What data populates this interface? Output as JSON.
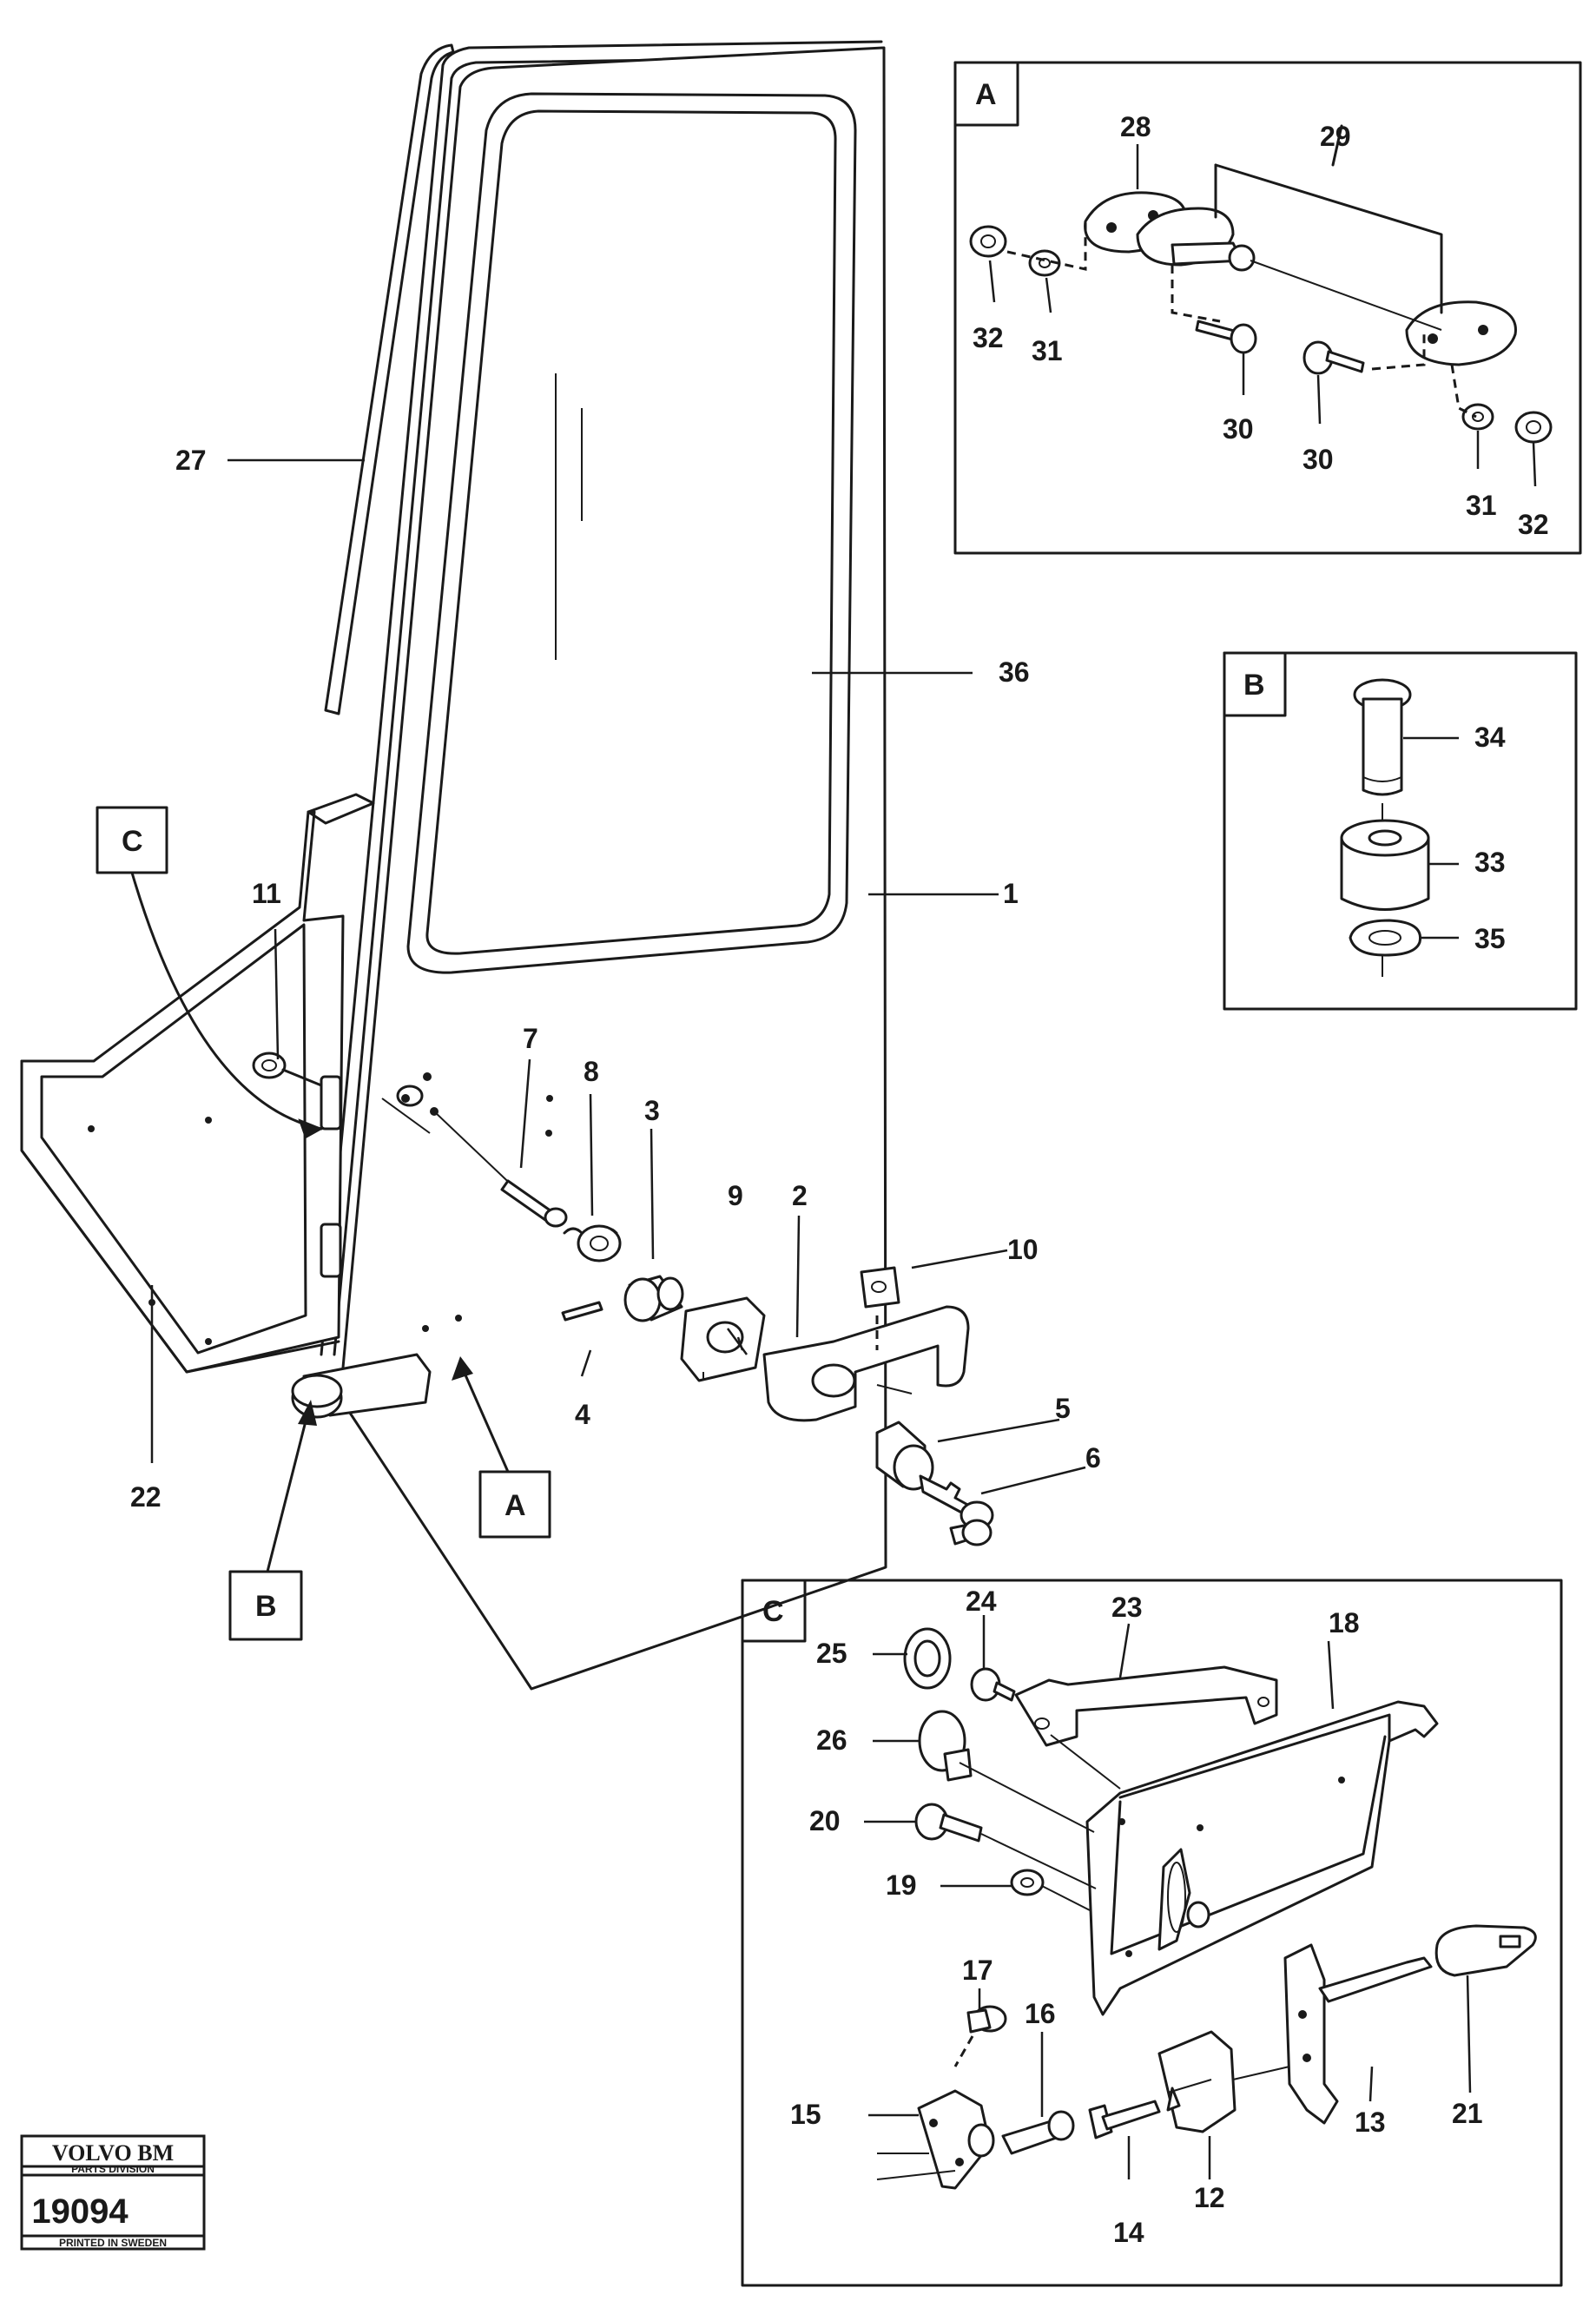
{
  "part_labels": {
    "p1": "1",
    "p2": "2",
    "p3": "3",
    "p4": "4",
    "p5": "5",
    "p6": "6",
    "p7": "7",
    "p8": "8",
    "p9": "9",
    "p10": "10",
    "p11": "11",
    "p12": "12",
    "p13": "13",
    "p14": "14",
    "p15": "15",
    "p16": "16",
    "p17": "17",
    "p18": "18",
    "p19": "19",
    "p20": "20",
    "p21": "21",
    "p22": "22",
    "p23": "23",
    "p24": "24",
    "p25": "25",
    "p26": "26",
    "p27": "27",
    "p28": "28",
    "p29": "29",
    "p30a": "30",
    "p30b": "30",
    "p31a": "31",
    "p31b": "31",
    "p32a": "32",
    "p32b": "32",
    "p33": "33",
    "p34": "34",
    "p35": "35",
    "p36": "36"
  },
  "callouts": {
    "A": "A",
    "B": "B",
    "C": "C"
  },
  "stamp": {
    "brand": "VOLVO BM",
    "division": "PARTS DIVISION",
    "number": "19094",
    "printed": "PRINTED IN SWEDEN"
  }
}
